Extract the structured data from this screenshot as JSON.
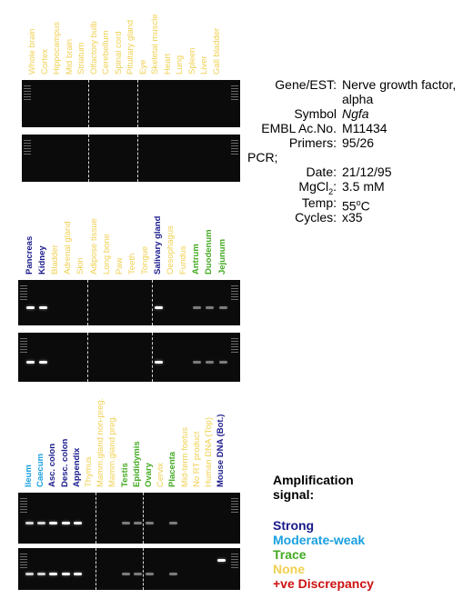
{
  "colors": {
    "strong": "#1a1a8c",
    "moderate_weak": "#1aa0e0",
    "trace": "#44aa22",
    "none": "#f0d050",
    "discrepancy": "#cc1111"
  },
  "panels": [
    {
      "lanes": [
        {
          "label": "Whole brain",
          "signal": "none"
        },
        {
          "label": "Cortex",
          "signal": "none"
        },
        {
          "label": "Hippocampus",
          "signal": "none"
        },
        {
          "label": "Mid brain",
          "signal": "none"
        },
        {
          "label": "Striatum",
          "signal": "none"
        },
        {
          "label": "Olfactory bulb",
          "signal": "none"
        },
        {
          "label": "Cerebellum",
          "signal": "none"
        },
        {
          "label": "Spinal cord",
          "signal": "none"
        },
        {
          "label": "Pituitary gland",
          "signal": "none"
        },
        {
          "label": "Eye",
          "signal": "none"
        },
        {
          "label": "Skeletal muscle",
          "signal": "none"
        },
        {
          "label": "Heart",
          "signal": "none"
        },
        {
          "label": "Lung",
          "signal": "none"
        },
        {
          "label": "Spleen",
          "signal": "none"
        },
        {
          "label": "Liver",
          "signal": "none"
        },
        {
          "label": "Gall bladder",
          "signal": "none"
        }
      ]
    },
    {
      "lanes": [
        {
          "label": "Pancreas",
          "signal": "strong"
        },
        {
          "label": "Kidney",
          "signal": "strong"
        },
        {
          "label": "Bladder",
          "signal": "none"
        },
        {
          "label": "Adrenal gland",
          "signal": "none"
        },
        {
          "label": "Skin",
          "signal": "none"
        },
        {
          "label": "Adipose tissue",
          "signal": "none"
        },
        {
          "label": "Long bone",
          "signal": "none"
        },
        {
          "label": "Paw",
          "signal": "none"
        },
        {
          "label": "Teeth",
          "signal": "none"
        },
        {
          "label": "Tongue",
          "signal": "none"
        },
        {
          "label": "Salivary gland",
          "signal": "strong"
        },
        {
          "label": "Oesophagus",
          "signal": "none"
        },
        {
          "label": "Fundus",
          "signal": "none"
        },
        {
          "label": "Antrum",
          "signal": "trace"
        },
        {
          "label": "Duodenum",
          "signal": "trace"
        },
        {
          "label": "Jejunum",
          "signal": "trace"
        }
      ]
    },
    {
      "lanes": [
        {
          "label": "Ileum",
          "signal": "moderate_weak"
        },
        {
          "label": "Caecum",
          "signal": "moderate_weak"
        },
        {
          "label": "Asc. colon",
          "signal": "strong"
        },
        {
          "label": "Desc. colon",
          "signal": "strong"
        },
        {
          "label": "Appendix",
          "signal": "strong"
        },
        {
          "label": "Thymus",
          "signal": "none"
        },
        {
          "label": "Mamm.gland non-preg.",
          "signal": "none"
        },
        {
          "label": "Mamm.gland preg.",
          "signal": "none"
        },
        {
          "label": "Testis",
          "signal": "trace"
        },
        {
          "label": "Epididymis",
          "signal": "trace"
        },
        {
          "label": "Ovary",
          "signal": "trace"
        },
        {
          "label": "Cervix",
          "signal": "none"
        },
        {
          "label": "Placenta",
          "signal": "trace"
        },
        {
          "label": "Mid-term foetus",
          "signal": "none"
        },
        {
          "label": "No RT product",
          "signal": "none"
        },
        {
          "label": "Human DNA (Top)",
          "signal": "none"
        },
        {
          "label": "Mouse DNA (Bot.)",
          "signal": "strong"
        }
      ]
    }
  ],
  "info": {
    "gene_key": "Gene/EST:",
    "gene_val_1": "Nerve growth factor,",
    "gene_val_2": "alpha",
    "symbol_key": "Symbol",
    "symbol_val": "Ngfa",
    "embl_key": "EMBL Ac.No.",
    "embl_val": "M11434",
    "primers_key": "Primers:",
    "primers_val": "95/26",
    "pcr_key": "PCR;",
    "date_key": "Date:",
    "date_val": "21/12/95",
    "mgcl_key_pre": "MgCl",
    "mgcl_key_sub": "2",
    "mgcl_key_post": ":",
    "mgcl_val": "3.5 mM",
    "temp_key": "Temp:",
    "temp_val_pre": "55",
    "temp_val_sup": "o",
    "temp_val_post": "C",
    "cycles_key": "Cycles:",
    "cycles_val": "x35"
  },
  "legend": {
    "title_1": "Amplification",
    "title_2": "signal:",
    "strong": "Strong",
    "moderate_weak": "Moderate-weak",
    "trace": "Trace",
    "none": "None",
    "discrepancy": "+ve Discrepancy"
  }
}
